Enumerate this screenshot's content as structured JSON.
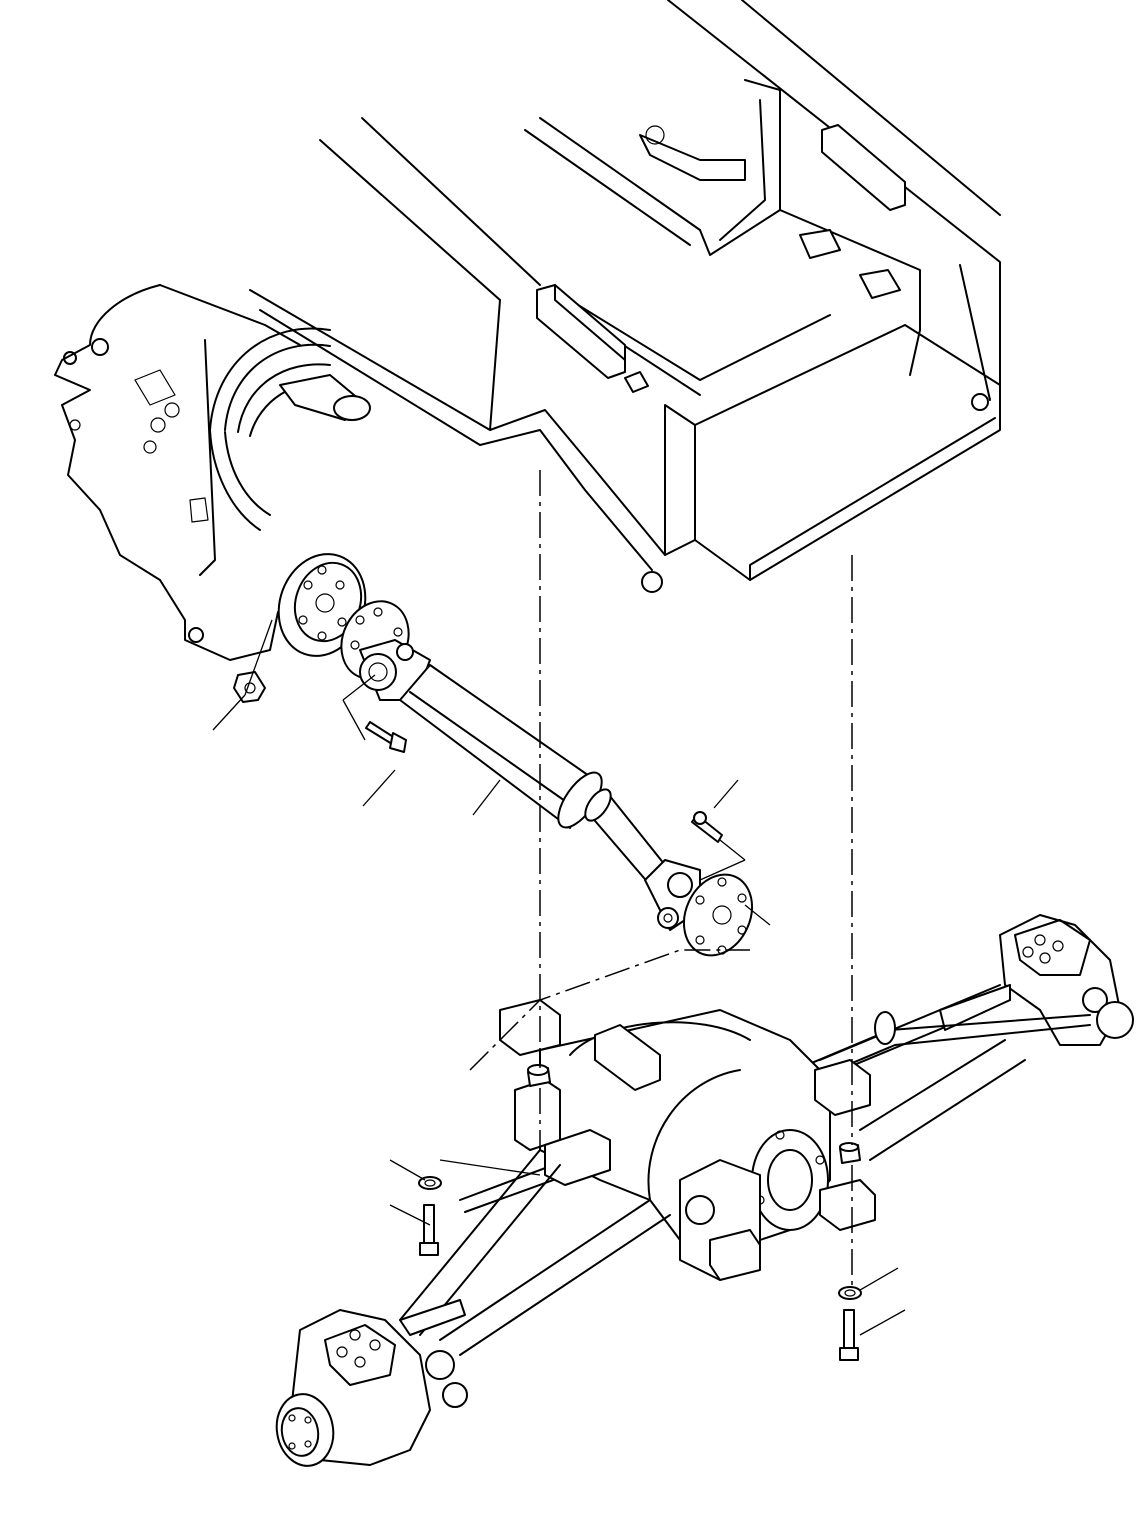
{
  "diagram": {
    "type": "exploded-parts-drawing",
    "colors": {
      "line": "#000000",
      "background": "#ffffff"
    },
    "components": [
      "frame",
      "transmission",
      "drive-shaft",
      "axle",
      "mounting-bolts",
      "washers",
      "nuts"
    ]
  }
}
